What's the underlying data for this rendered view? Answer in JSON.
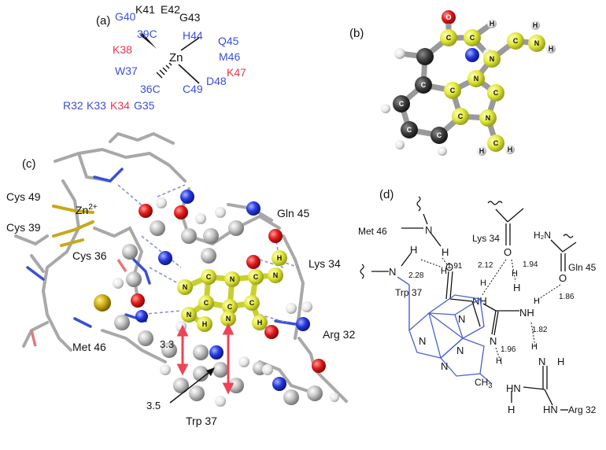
{
  "panels": {
    "a": {
      "label": "(a)",
      "center": "Zn",
      "residues": [
        {
          "id": "G40",
          "color": "blue"
        },
        {
          "id": "K41",
          "color": "black"
        },
        {
          "id": "E42",
          "color": "black"
        },
        {
          "id": "G43",
          "color": "black"
        },
        {
          "id": "39C",
          "color": "blue"
        },
        {
          "id": "H44",
          "color": "blue"
        },
        {
          "id": "Q45",
          "color": "blue"
        },
        {
          "id": "K38",
          "color": "red"
        },
        {
          "id": "M46",
          "color": "blue"
        },
        {
          "id": "W37",
          "color": "blue"
        },
        {
          "id": "K47",
          "color": "red"
        },
        {
          "id": "D48",
          "color": "blue"
        },
        {
          "id": "36C",
          "color": "blue"
        },
        {
          "id": "C49",
          "color": "blue"
        },
        {
          "id": "R32",
          "color": "blue"
        },
        {
          "id": "K33",
          "color": "blue"
        },
        {
          "id": "K34",
          "color": "red"
        },
        {
          "id": "G35",
          "color": "blue"
        }
      ]
    },
    "b": {
      "label": "(b)",
      "atoms": {
        "O": "O",
        "N": "N",
        "C": "C",
        "H": "H"
      }
    },
    "c": {
      "label": "(c)",
      "zn": "Zn",
      "zn_charge": "2+",
      "labels": [
        "Cys 49",
        "Cys 39",
        "Cys 36",
        "Gln 45",
        "Lys 34",
        "Arg 32",
        "Met 46",
        "Trp 37"
      ],
      "distances": [
        "3.3",
        "3.5"
      ],
      "atoms": {
        "N": "N",
        "C": "C",
        "H": "H"
      }
    },
    "d": {
      "label": "(d)",
      "residues": [
        "Met 46",
        "Lys 34",
        "Gln 45",
        "Trp 37",
        "Arg 32"
      ],
      "distances": [
        "1.91",
        "2.12",
        "1.94",
        "2.28",
        "1.86",
        "1.82",
        "1.96"
      ],
      "atoms": {
        "N": "N",
        "H": "H",
        "O": "O",
        "NH": "NH",
        "HN": "HN",
        "H2N": "H₂N",
        "CH3": "CH",
        "sub3": "3"
      }
    }
  },
  "colors": {
    "blue": "#3a4fd8",
    "red": "#e8334d",
    "yellow": "#e3ea3c",
    "gray": "#8f8f8f",
    "dark": "#3a3a3a"
  }
}
